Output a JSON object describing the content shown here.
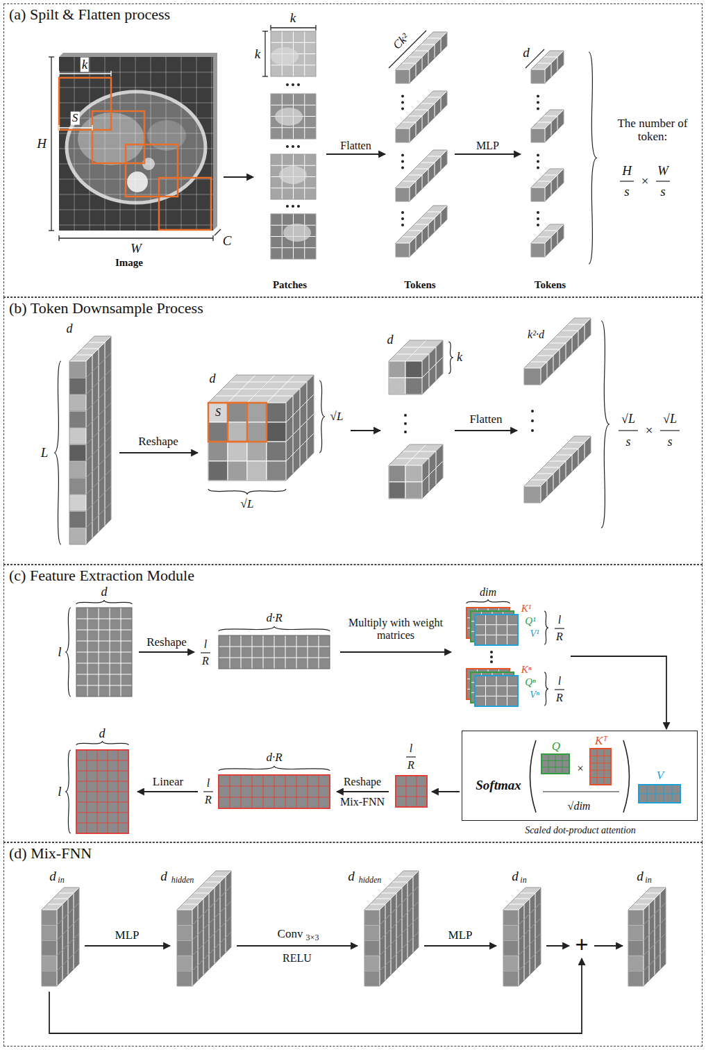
{
  "diagram": {
    "nodes": [
      {
        "text": [
          "(a) Spilt & Flatten process"
        ]
      },
      {
        "text": [
          "Image"
        ],
        "in": 0
      },
      {
        "text": [
          "Patches"
        ],
        "in": 0
      },
      {
        "text": [
          "Tokens"
        ],
        "in": 0
      },
      {
        "text": [
          "Tokens"
        ],
        "in": 0
      },
      {
        "text": [
          "(b) Token Downsample Process"
        ]
      },
      {
        "text": [
          "(c) Feature Extraction Module"
        ]
      },
      {
        "text": [
          "Softmax",
          "Q",
          "×",
          "Kᵀ",
          "√dim",
          "V",
          "Scaled dot-product attention"
        ],
        "in": 6
      },
      {
        "text": [
          "(d) Mix-FNN"
        ]
      }
    ],
    "edges": [
      {
        "from": 1,
        "to": 2,
        "arrow": "to"
      },
      {
        "from": 2,
        "to": 3,
        "label": "Flatten",
        "arrow": "to"
      },
      {
        "from": 3,
        "to": 4,
        "label": "MLP",
        "arrow": "to"
      }
    ],
    "labels": [
      "k",
      "S",
      "H",
      "W",
      "C",
      "k",
      "k",
      "Ck²",
      "d",
      "The number of token:",
      "H",
      "s",
      "×",
      "W",
      "s",
      "d",
      "L",
      "Reshape",
      "d",
      "S",
      "√L",
      "√L",
      "d",
      "k",
      "Flatten",
      "k²·d",
      "√L",
      "s",
      "×",
      "√L",
      "s",
      "d",
      "l",
      "Reshape",
      "l",
      "R",
      "d·R",
      "Multiply with weight matrices",
      "dim",
      "K¹",
      "Q¹",
      "V¹",
      "l",
      "R",
      "Kⁿ",
      "Qⁿ",
      "Vⁿ",
      "l",
      "R",
      "d",
      "l",
      "Linear",
      "l",
      "R",
      "d·R",
      "Reshape",
      "Mix-FNN",
      "l",
      "R",
      "d",
      "in",
      "MLP",
      "d",
      "hidden",
      "Conv",
      "3×3",
      "RELU",
      "d",
      "hidden",
      "MLP",
      "d",
      "in",
      "+",
      "d",
      "in"
    ]
  }
}
